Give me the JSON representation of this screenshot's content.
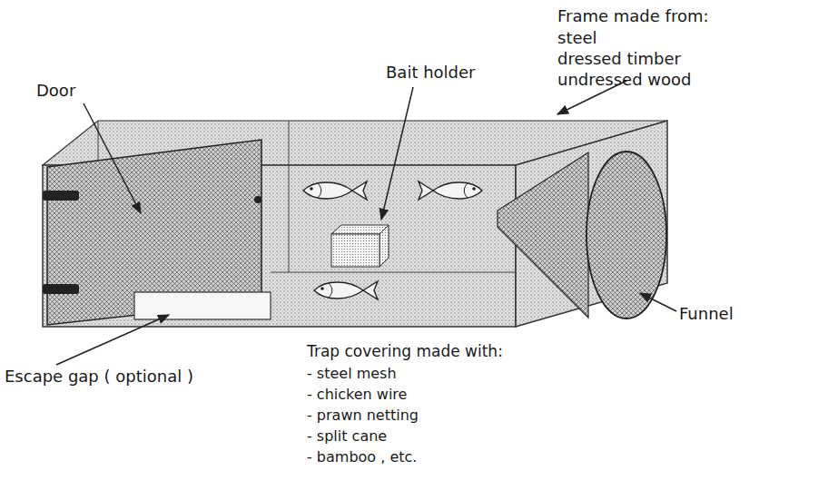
{
  "diagram": {
    "labels": [
      "Door",
      "Bait holder",
      "Frame made from:",
      "steel",
      "dressed timber",
      "undressed wood",
      "Funnel",
      "Escape gap ( optional )",
      "Trap covering  made with:",
      "- steel mesh",
      "- chicken wire",
      "- prawn netting",
      "- split cane",
      "- bamboo , etc."
    ]
  }
}
